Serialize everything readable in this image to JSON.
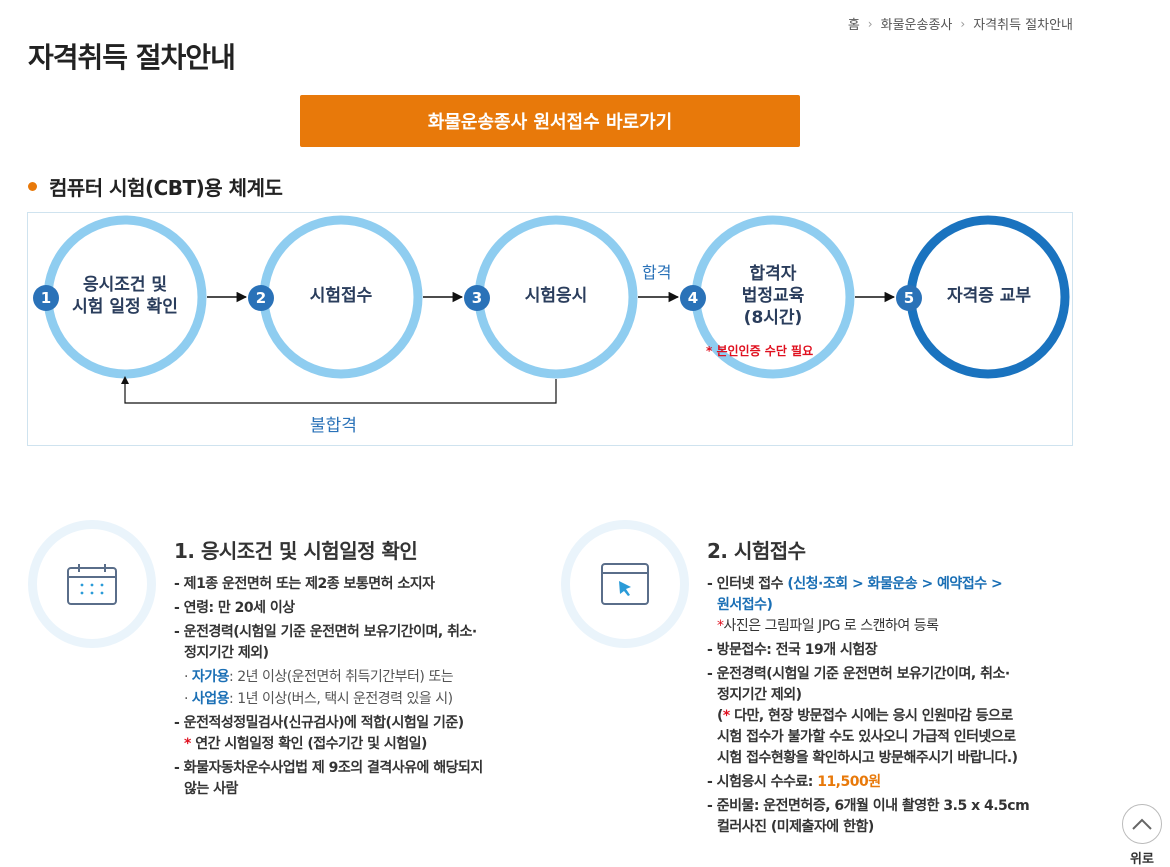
{
  "breadcrumb": {
    "home": "홈",
    "category": "화물운송종사",
    "current": "자격취득 절차안내"
  },
  "page_title": "자격취득 절차안내",
  "apply_button": "화물운송종사 원서접수 바로가기",
  "section_title": "컴퓨터 시험(CBT)용 체계도",
  "flow": {
    "steps": [
      {
        "num": "1",
        "line1": "응시조건 및",
        "line2": "시험 일정 확인"
      },
      {
        "num": "2",
        "line1": "시험접수"
      },
      {
        "num": "3",
        "line1": "시험응시"
      },
      {
        "num": "4",
        "line1": "합격자",
        "line2": "법정교육",
        "line3": "(8시간)"
      },
      {
        "num": "5",
        "line1": "자격증 교부"
      }
    ],
    "pass_label": "합격",
    "fail_label": "불합격",
    "note": "* 본인인증 수단 필요"
  },
  "colors": {
    "accent_orange": "#e8790a",
    "light_blue": "#8fcdf0",
    "dark_blue": "#1a73bf",
    "step_badge": "#2a72b8"
  },
  "step1": {
    "title": "1. 응시조건 및 시험일정 확인",
    "items": [
      "- 제1종 운전면허 또는 제2종 보통면허 소지자",
      "- 연령: 만 20세 이상",
      "- 운전경력(시험일 기준 운전면허 보유기간이며, 취소·",
      "정지기간 제외)",
      "· ",
      "자가용",
      ": 2년 이상(운전면허 취득기간부터) 또는",
      "· ",
      "사업용",
      ": 1년 이상(버스, 택시 운전경력 있을 시)",
      "- 운전적성정밀검사(신규검사)에 적합(시험일 기준)",
      "*",
      " 연간 시험일정 확인 (접수기간 및 시험일)",
      "- 화물자동차운수사업법 제 9조의 결격사유에 해당되지",
      "않는 사람"
    ]
  },
  "step2": {
    "title": "2. 시험접수",
    "items": [
      "- 인터넷 접수 ",
      "(신청·조회 > 화물운송 > 예약접수 >",
      "원서접수)",
      "*",
      "사진은 그림파일 JPG 로 스캔하여 등록",
      "- 방문접수: 전국 19개 시험장",
      "- 운전경력(시험일 기준 운전면허 보유기간이며, 취소·",
      "정지기간 제외)",
      "(",
      "*",
      " 다만, 현장 방문접수 시에는 응시 인원마감 등으로",
      "시험 접수가 불가할 수도 있사오니 가급적 인터넷으로",
      "시험 접수현황을 확인하시고 방문해주시기 바랍니다.)",
      "- 시험응시 수수료: ",
      "11,500원",
      "- 준비물: 운전면허증, 6개월 이내 촬영한 3.5 x 4.5cm",
      "컬러사진 (미제출자에 한함)"
    ]
  },
  "top_button": {
    "label": "위로",
    "icon": "chevron-up-icon"
  }
}
